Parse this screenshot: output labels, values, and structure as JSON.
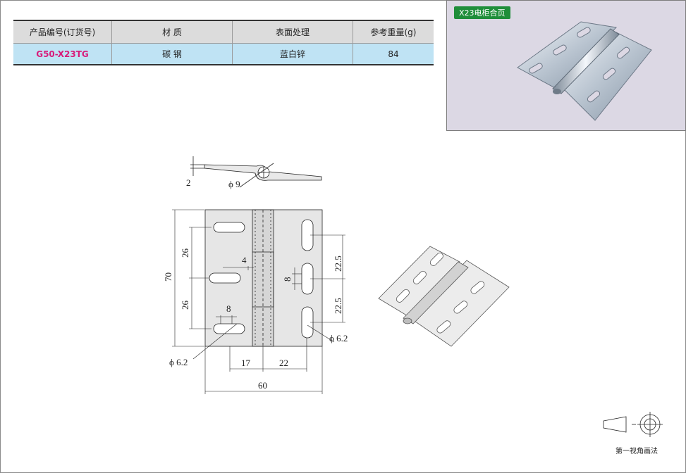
{
  "table": {
    "headers": [
      "产品编号(订货号)",
      "材 质",
      "表面处理",
      "参考重量(g)"
    ],
    "row": {
      "code": "G50-X23TG",
      "material": "碳 钢",
      "surface": "蓝白锌",
      "weight": "84"
    }
  },
  "photo": {
    "tag": "X23电柜合页"
  },
  "dimensions": {
    "thickness": "2",
    "pin_dia": "ϕ 9",
    "height": "70",
    "pitch_left_top": "26",
    "pitch_left_bottom": "26",
    "gap": "4",
    "slot_width": "8",
    "slot_width_right": "8",
    "pitch_right_top": "22.5",
    "pitch_right_bottom": "22.5",
    "hole_left": "ϕ 6.2",
    "hole_right": "ϕ 6.2",
    "offset_left": "17",
    "offset_right": "22",
    "width": "60"
  },
  "projection_caption": "第一视角画法"
}
